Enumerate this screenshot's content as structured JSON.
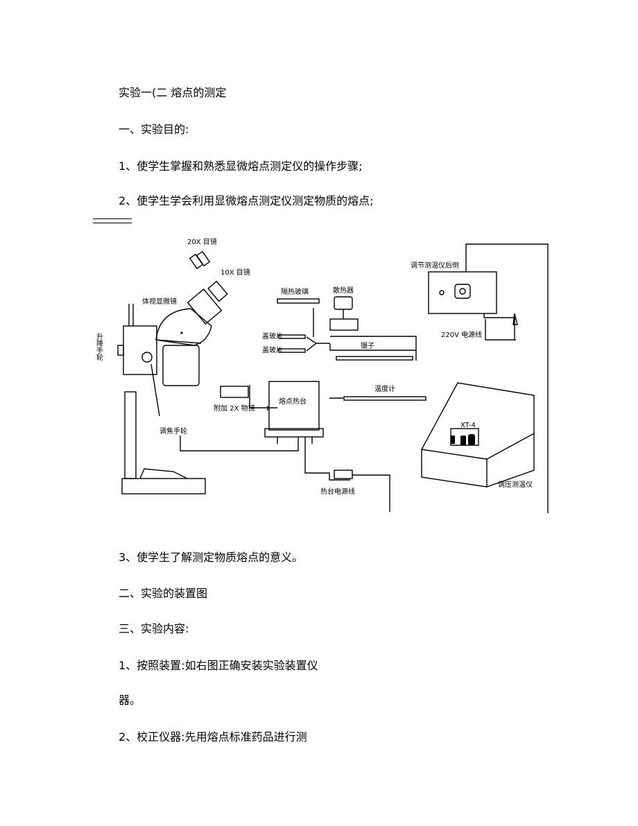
{
  "doc": {
    "title": "实验一(二 熔点的测定",
    "s1_heading": "一、实验目的:",
    "goal1": "1、使学生掌握和熟悉显微熔点测定仪的操作步骤;",
    "goal2": "2、使学生学会利用显微熔点测定仪测定物质的熔点;",
    "goal3": "3、使学生了解测定物质熔点的意义。",
    "s2_heading": "二、实验的装置图",
    "s3_heading": "三、实验内容:",
    "step1a": "1、按照装置:如右图正确安装实验装置仪",
    "step1b": "器。",
    "step2": "2、校正仪器:先用熔点标准药品进行测"
  },
  "figure": {
    "eyepiece_20x": "20X 目镜",
    "eyepiece_10x": "10X 目镜",
    "microscope": "体视显微镜",
    "lift_wheel": "升降手轮",
    "focus_wheel": "调焦手轮",
    "objective_2x": "附加 2X 物镜",
    "glass": "隔热玻璃",
    "heatsink": "散热器",
    "slide1": "盖玻片",
    "slide2": "盖玻片",
    "tweezers": "镊子",
    "hotstage": "熔点热台",
    "thermometer": "温度计",
    "stage_cable": "热台电源线",
    "rear_label": "调节测温仪后侧",
    "power_cord": "220V 电源线",
    "controller": "调压测温仪",
    "model": "XT-4"
  }
}
